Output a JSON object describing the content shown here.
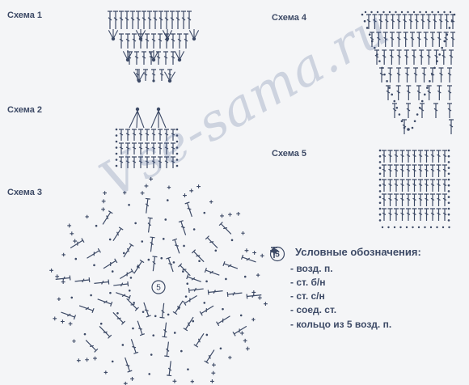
{
  "diagrams": {
    "scheme1": "Схема 1",
    "scheme2": "Схема 2",
    "scheme3": "Схема 3",
    "scheme4": "Схема 4",
    "scheme5": "Схема 5"
  },
  "watermark": "Vse-sama.ru",
  "legend": {
    "title": "Условные обозначения:",
    "items": [
      {
        "symbol": "chain-stitch-dot",
        "text": "- возд. п."
      },
      {
        "symbol": "single-crochet-cross",
        "text": "- ст. б/н"
      },
      {
        "symbol": "double-crochet-t",
        "text": "- ст. с/н"
      },
      {
        "symbol": "slip-stitch-arc",
        "text": "- соед. ст."
      },
      {
        "symbol": "chain-ring-circle",
        "text": "- кольцо из 5 возд. п.",
        "ring_number": "5"
      }
    ]
  },
  "ring_center_number": "5",
  "colors": {
    "ink": "#3d4a66",
    "background": "#f4f5f7",
    "watermark": "#465a8c"
  }
}
